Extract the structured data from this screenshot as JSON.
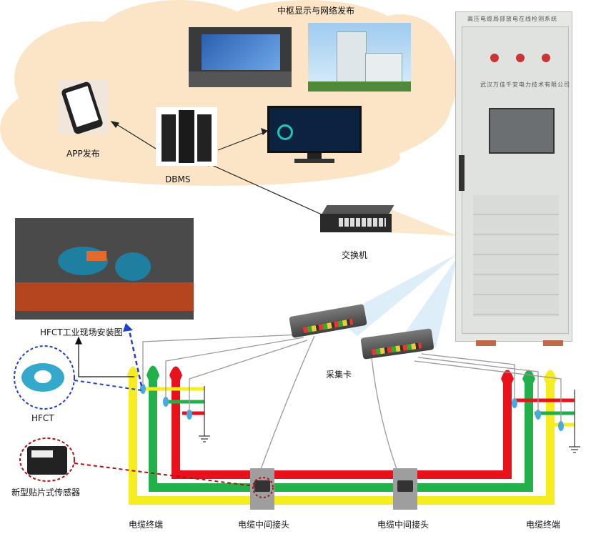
{
  "cloud": {
    "title": "中枢显示与网络发布",
    "dbms_label": "DBMS",
    "app_label": "APP发布"
  },
  "switch_label": "交换机",
  "cabinet": {
    "title": "高压电缆局部放电在线检测系统",
    "company": "武汉万佳千安电力技术有限公司"
  },
  "field_photo_label": "HFCT工业现场安装图",
  "hfct_label": "HFCT",
  "sensor_label": "新型贴片式传感器",
  "daq_label": "采集卡",
  "bottom_labels": [
    "电缆终端",
    "电缆中间接头",
    "电缆中间接头",
    "电缆终端"
  ],
  "colors": {
    "yellow": "#f7ec1f",
    "green": "#22b04a",
    "red": "#e8111c",
    "cloud": "#fbe5c6",
    "accent_blue": "#1f3fcf",
    "dark_red": "#b01010"
  }
}
